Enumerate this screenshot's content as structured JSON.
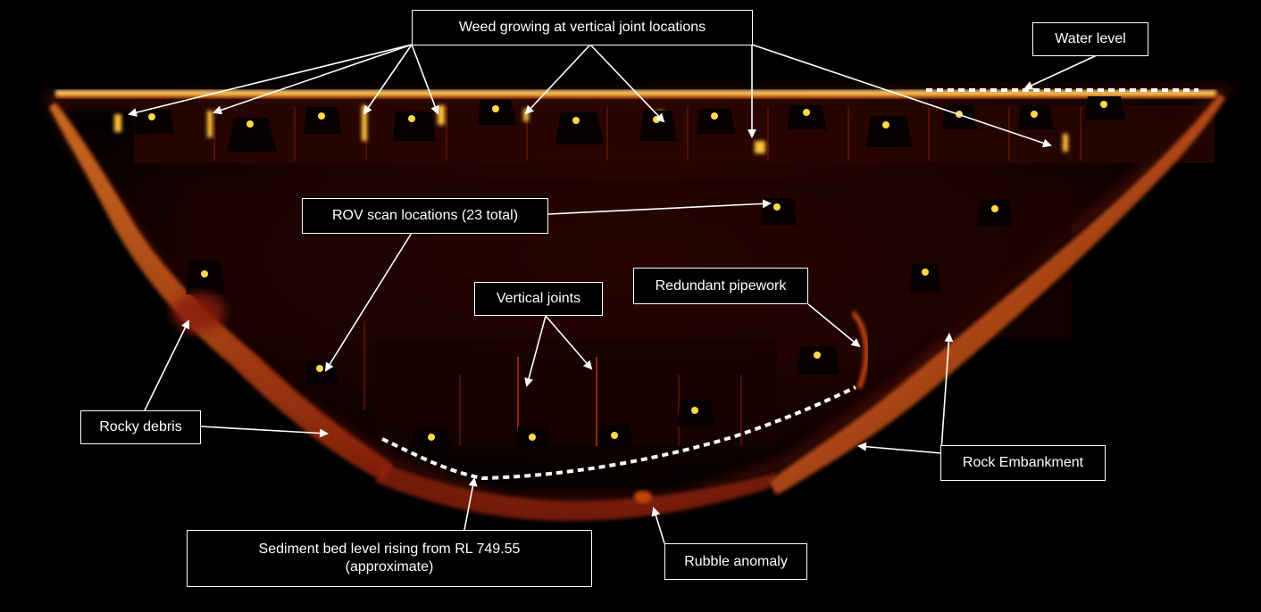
{
  "labels": {
    "weed": "Weed growing at vertical joint locations",
    "water_level": "Water level",
    "rov_scan": "ROV scan locations (23 total)",
    "redundant_pipework": "Redundant pipework",
    "vertical_joints": "Vertical joints",
    "rocky_debris": "Rocky debris",
    "rock_embankment": "Rock Embankment",
    "sediment_line1": "Sediment bed level rising from RL 749.55",
    "sediment_line2": "(approximate)",
    "rubble_anomaly": "Rubble anomaly"
  },
  "colors": {
    "background": "#000000",
    "sonar_bright": "#ffcf3a",
    "sonar_mid": "#e2561a",
    "sonar_dark": "#5a1206",
    "annotation": "#ffffff"
  }
}
